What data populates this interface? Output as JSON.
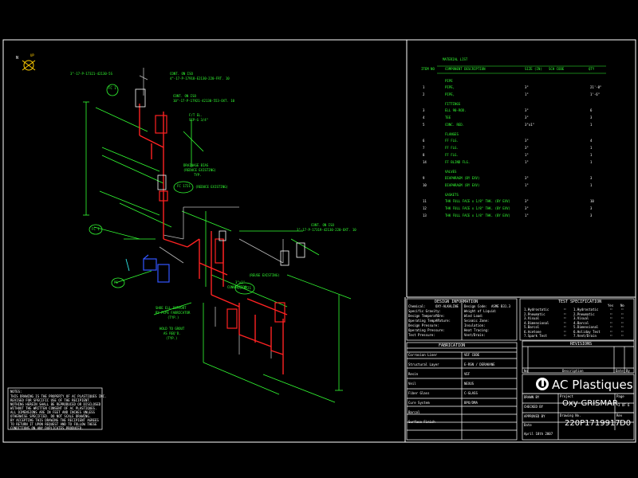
{
  "north": {
    "label": "N",
    "up": "UP"
  },
  "bom": {
    "title": "MATERIAL LIST",
    "headers": {
      "item": "ITEM NO",
      "desc": "COMPONENT DESCRIPTION",
      "size": "SIZE (IN)",
      "sch": "SCH CODE",
      "qty": "QTY"
    },
    "rows": [
      {
        "type": "head",
        "label": "PIPE"
      },
      {
        "type": "item",
        "no": "1",
        "desc": "PIPE,",
        "size": "3\"",
        "qty": "21'-0\""
      },
      {
        "type": "item",
        "no": "2",
        "desc": "PIPE,",
        "size": "1\"",
        "qty": "1'-6\""
      },
      {
        "type": "head",
        "label": "FITTINGS"
      },
      {
        "type": "item",
        "no": "3",
        "desc": "ELL 90-ROD.",
        "size": "3\"",
        "qty": "6"
      },
      {
        "type": "item",
        "no": "4",
        "desc": "TEE",
        "size": "3\"",
        "qty": "3"
      },
      {
        "type": "item",
        "no": "5",
        "desc": "CONC. RED.",
        "size": "3\"x1\"",
        "qty": "1"
      },
      {
        "type": "head",
        "label": "FLANGES"
      },
      {
        "type": "item",
        "no": "6",
        "desc": "FF FLG.",
        "size": "3\"",
        "qty": "4"
      },
      {
        "type": "item",
        "no": "7",
        "desc": "FF FLG.",
        "size": "3\"",
        "qty": "1"
      },
      {
        "type": "item",
        "no": "8",
        "desc": "FF FLG.",
        "size": "1\"",
        "qty": "1"
      },
      {
        "type": "item",
        "no": "14",
        "desc": "FF BLIND FLG.",
        "size": "1\"",
        "qty": "1"
      },
      {
        "type": "head",
        "label": "VALVES"
      },
      {
        "type": "item",
        "no": "9",
        "desc": "DIAPHRAGM (BY EXV)",
        "size": "3\"",
        "qty": "3"
      },
      {
        "type": "item",
        "no": "10",
        "desc": "DIAPHRAGM (BY EXV)",
        "size": "1\"",
        "qty": "1"
      },
      {
        "type": "head",
        "label": "GASKETS"
      },
      {
        "type": "item",
        "no": "11",
        "desc": "THK FULL FACE x 1/8\" THK. (BY EXV)",
        "size": "3\"",
        "qty": "10"
      },
      {
        "type": "item",
        "no": "12",
        "desc": "THK FULL FACE x 1/8\" THK. (BY EXV)",
        "size": "3\"",
        "qty": "3"
      },
      {
        "type": "item",
        "no": "13",
        "desc": "THK FULL FACE x 1/8\" THK. (BY EXV)",
        "size": "1\"",
        "qty": "3"
      }
    ]
  },
  "design": {
    "title": "DESIGN INFORMATION",
    "left": [
      "Chemical:",
      "Specific Gravity:",
      "Design Temperature:",
      "Operating Temperature:",
      "Design Pressure:",
      "Operating Pressure:",
      "Test Pressure:"
    ],
    "left_vals": [
      "OXY-ALKALINE",
      "",
      "°F",
      "°F",
      "",
      "",
      ""
    ],
    "right": [
      "Design Code:",
      "Weight of Liquid:",
      "Wind Load:",
      "Seismic Zone:",
      "Insulation:",
      "Heat Tracing:",
      "Vent/Drain:"
    ],
    "right_vals": [
      "ASME B31.3",
      "",
      "",
      "",
      "",
      "",
      ""
    ]
  },
  "fab": {
    "title": "FABRICATION",
    "rows": [
      "Corrosion Liner",
      "Structural Layer",
      "Resin",
      "Veil",
      "Fiber Glass",
      "Cure System",
      "Barcol",
      "Surface Finish"
    ],
    "vals": [
      "VEF CODE",
      "E-RSN / DERAKANE",
      "VEF",
      "NEXUS",
      "C-GLASS",
      "BPO/DMA",
      "",
      ""
    ]
  },
  "spec": {
    "title": "TEST SPECIFICATION",
    "items": [
      "1.Hydrostatic",
      "2.Pneumatic",
      "3.Visual",
      "4.Dimensional",
      "5.Barcol",
      "6.Acetone",
      "7.Spark Test"
    ],
    "items2": [
      "1.Hydrostatic",
      "2.Pneumatic",
      "3.Visual",
      "4.Barcol",
      "5.Dimensional",
      "6.Holiday Test",
      "7.Vent/Drain"
    ],
    "yes": "Yes",
    "no": "No"
  },
  "revisions": {
    "title": "REVISIONS",
    "cols": [
      "No",
      "Description",
      "Date",
      "By"
    ]
  },
  "company": {
    "logo": "AC",
    "name": "AC Plastiques"
  },
  "tb": {
    "drawn_by": "DRAWN BY",
    "checked_by": "CHECKED BY",
    "approved_by": "APPROVED BY",
    "project_label": "Project",
    "project": "Oxy-GRISMAR",
    "page_label": "Page",
    "page": "3 OF 6",
    "date_label": "Date",
    "date": "April 18th 2007",
    "dwg_label": "Drawing No.",
    "dwg": "220P1719917",
    "rev_label": "Rev",
    "rev": "D0"
  },
  "note": {
    "head": "NOTES:",
    "lines": [
      "THIS DRAWING IS THE PROPERTY OF AC PLASTIQUES INC.",
      "REVISED FOR SPECIFIC USE OF THE RECIPIENT.",
      "NOTHING HEREIN SHALL BE REPRODUCED OR DISCLOSED",
      "WITHOUT THE WRITTEN CONSENT OF AC PLASTIQUES.",
      "ALL DIMENSIONS ARE IN FEET AND INCHES UNLESS",
      "OTHERWISE SPECIFIED. DO NOT SCALE DRAWING.",
      "BY ACCEPTING THIS DRAWING THE RECIPIENT AGREES",
      "TO RETURN IT UPON REQUEST AND TO FOLLOW THESE",
      "CONDITIONS ON ANY DUPLICATES PRODUCED."
    ]
  },
  "labels": {
    "l1": "3\"-17-P-17321-42130-5S",
    "l2": "CONT. ON ISO",
    "l3": "4\"-17-P-17918-E2130-220-FRT. 10",
    "l4": "CONT. ON ISO",
    "l5": "10\"-17-P-17921-42130-553-OXT. 10",
    "l6": "F/T EL.",
    "l7": "SEP-G 3/4\"",
    "l8": "DRAINAGE BIAS",
    "l9": "(REDUCE EXISTING)",
    "l10": "TYP.",
    "l11": "(REDUCE EXISTING)",
    "l12": "CONT. ON ISO",
    "l13": "3\"-17-P-17319-42130-220-OXT. 10",
    "l14": "(REUSE EXISTING)",
    "l15": "3\"x1\"",
    "l16": "CONNECTION",
    "l17": "SHOE ELL SUPPORT",
    "l18": "BY PIPE FABRICATOR",
    "l19": "(TYP.)",
    "l20": "HOLD TO GROUT",
    "l21": "AS REQ'D.",
    "l22": "(TYP.)",
    "tag1": "FC 1",
    "tag2": "FC 1721",
    "tag3": "FC 1721",
    "tag4": "FC 1",
    "tag5": "PS"
  }
}
